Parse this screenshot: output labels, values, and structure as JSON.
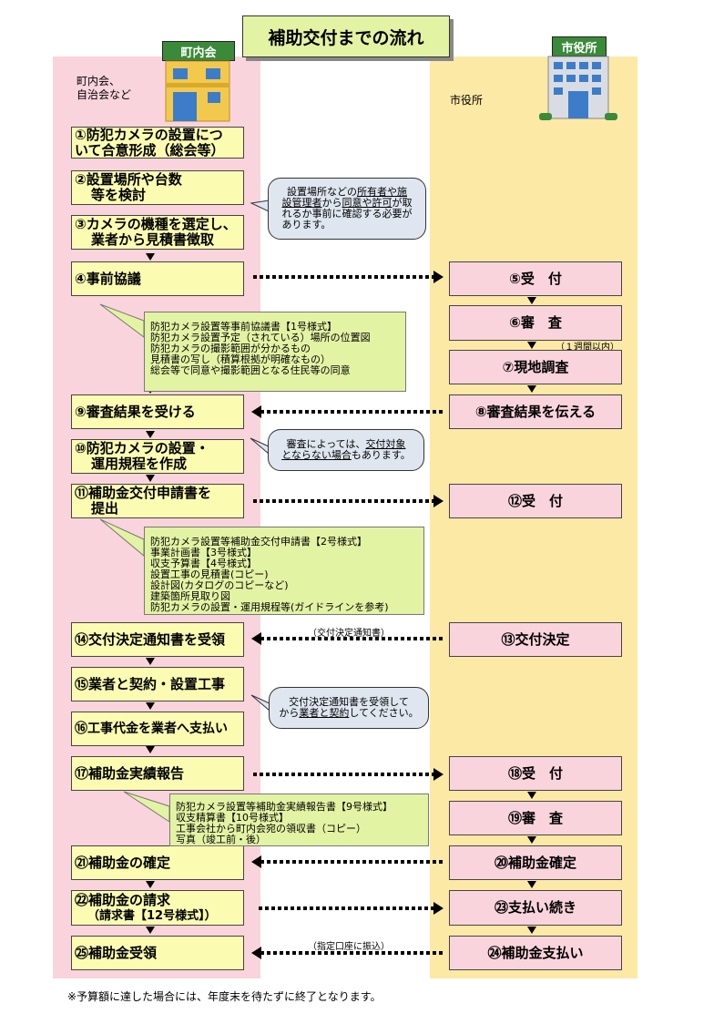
{
  "title": "補助交付までの流れ",
  "left_lane": {
    "label_line1": "町内会、",
    "label_line2": "自治会など",
    "building_sign": "町内会"
  },
  "right_lane": {
    "label": "市役所",
    "building_sign": "市役所"
  },
  "steps": {
    "s1": [
      "①防犯カメラの設置につ",
      "いて合意形成（総会等）"
    ],
    "s2": [
      "②設置場所や台数",
      "等を検討"
    ],
    "s3": [
      "③カメラの機種を選定し、",
      "業者から見積書徴取"
    ],
    "s4": "④事前協議",
    "s5": "⑤受　付",
    "s6": "⑥審　査",
    "s7": "⑦現地調査",
    "s8": "⑧審査結果を伝える",
    "s9": "⑨審査結果を受ける",
    "s10": [
      "⑩防犯カメラの設置・",
      "運用規程を作成"
    ],
    "s11": [
      "⑪補助金交付申請書を",
      "提出"
    ],
    "s12": "⑫受　付",
    "s13": "⑬交付決定",
    "s14": "⑭交付決定通知書を受領",
    "s15": "⑮業者と契約・設置工事",
    "s16": "⑯工事代金を業者へ支払い",
    "s17": "⑰補助金実績報告",
    "s18": "⑱受　付",
    "s19": "⑲審　査",
    "s20": "⑳補助金確定",
    "s21": "㉑補助金の確定",
    "s22": [
      "㉒補助金の請求",
      "（請求書【12号様式】）"
    ],
    "s23": "㉓支払い続き",
    "s24": "㉔補助金支払い",
    "s25": "㉕補助金受領"
  },
  "notes": {
    "n1": [
      "防犯カメラ設置等事前協議書【1号様式】",
      "防犯カメラ設置予定（されている）場所の位置図",
      "防犯カメラの撮影範囲が分かるもの",
      "見積書の写し（積算根拠が明確なもの）",
      "総会等で同意や撮影範囲となる住民等の同意"
    ],
    "n2": [
      "防犯カメラ設置等補助金交付申請書【2号様式】",
      "事業計画書【3号様式】",
      "収支予算書【4号様式】",
      "設置工事の見積書(コピー)",
      "設計図(カタログのコピーなど)",
      "建築箇所見取り図",
      "防犯カメラの設置・運用規程等(ガイドラインを参考)"
    ],
    "n3": [
      "防犯カメラ設置等補助金実績報告書【9号様式】",
      "収支精算書【10号様式】",
      "工事会社から町内会宛の領収書（コピー）",
      "写真（竣工前・後）"
    ]
  },
  "bubbles": {
    "b1": {
      "line1a": "設置場所などの",
      "line1u": "所有者や施",
      "line2u1": "設管理者",
      "line2b": "から",
      "line2u2": "同意や許可",
      "line2c": "が取",
      "line3": "れるか事前に確認する必要が",
      "line4": "あります。"
    },
    "b2": {
      "line1a": "審査によっては、",
      "line1u": "交付対象",
      "line2u": "とならない場合",
      "line2b": "もあります。"
    },
    "b3": {
      "line1": "交付決定通知書を受領して",
      "line2a": "から",
      "line2u": "業者と契約",
      "line2b": "してください。"
    }
  },
  "labels": {
    "within_week": "（１週間以内）",
    "notice": "（交付決定通知書）",
    "transfer": "（指定口座に振込）"
  },
  "footnote": "※予算額に達した場合には、年度末を待たずに終了となります。"
}
